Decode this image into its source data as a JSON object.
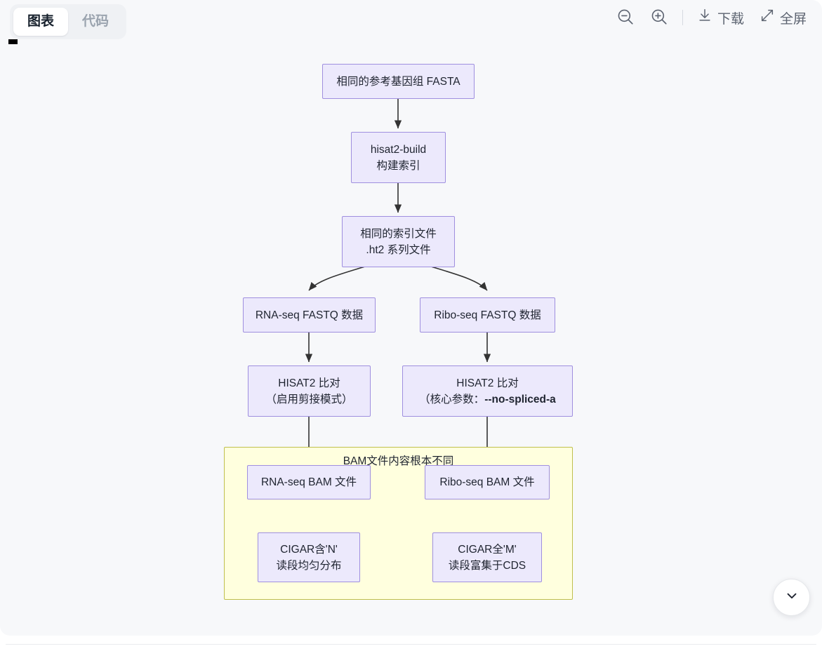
{
  "tabs": [
    {
      "label": "图表",
      "active": true
    },
    {
      "label": "代码",
      "active": false
    }
  ],
  "toolbar": {
    "zoom_out_icon": "zoom-out-icon",
    "zoom_in_icon": "zoom-in-icon",
    "download_label": "下载",
    "download_icon": "download-icon",
    "fullscreen_label": "全屏",
    "fullscreen_icon": "fullscreen-icon"
  },
  "scroll_fab": {
    "icon": "chevron-down-icon"
  },
  "colors": {
    "canvas_bg": "#f7f8fa",
    "node_fill": "#ece9fc",
    "node_stroke": "#9f8fdf",
    "subgraph_fill": "#ffffde",
    "subgraph_stroke": "#bfbf4d",
    "edge_stroke": "#333333",
    "text": "#1f2430",
    "tabbar_bg": "#eff1f4",
    "active_tab_bg": "#ffffff"
  },
  "diagram": {
    "type": "flowchart",
    "direction": "TD",
    "nodes": [
      {
        "id": "ref",
        "line1": "相同的参考基因组 FASTA",
        "line2": ""
      },
      {
        "id": "build",
        "line1": "hisat2-build",
        "line2": "构建索引"
      },
      {
        "id": "index",
        "line1": "相同的索引文件",
        "line2": ".ht2 系列文件"
      },
      {
        "id": "rnafq",
        "line1": "RNA-seq FASTQ 数据",
        "line2": ""
      },
      {
        "id": "ribofq",
        "line1": "Ribo-seq FASTQ 数据",
        "line2": ""
      },
      {
        "id": "rnaalign",
        "line1": "HISAT2 比对",
        "line2": "（启用剪接模式）"
      },
      {
        "id": "riboalign",
        "line1": "HISAT2 比对",
        "line2": "（核心参数：",
        "line2_bold": "--no-spliced-a",
        "truncated": true
      },
      {
        "id": "rnabam",
        "line1": "RNA-seq BAM 文件",
        "line2": ""
      },
      {
        "id": "ribobam",
        "line1": "Ribo-seq BAM 文件",
        "line2": ""
      },
      {
        "id": "rnaresult",
        "line1": "CIGAR含'N'",
        "line2": "读段均匀分布"
      },
      {
        "id": "riboresult",
        "line1": "CIGAR全'M'",
        "line2": "读段富集于CDS"
      }
    ],
    "subgraphs": [
      {
        "id": "bamdiff",
        "title": "BAM文件内容根本不同",
        "members": [
          "rnabam",
          "ribobam",
          "rnaresult",
          "riboresult"
        ]
      }
    ],
    "edges": [
      {
        "from": "ref",
        "to": "build"
      },
      {
        "from": "build",
        "to": "index"
      },
      {
        "from": "index",
        "to": "rnafq"
      },
      {
        "from": "index",
        "to": "ribofq"
      },
      {
        "from": "rnafq",
        "to": "rnaalign"
      },
      {
        "from": "ribofq",
        "to": "riboalign"
      },
      {
        "from": "rnaalign",
        "to": "rnabam"
      },
      {
        "from": "riboalign",
        "to": "ribobam"
      },
      {
        "from": "rnabam",
        "to": "rnaresult"
      },
      {
        "from": "ribobam",
        "to": "riboresult"
      }
    ]
  }
}
